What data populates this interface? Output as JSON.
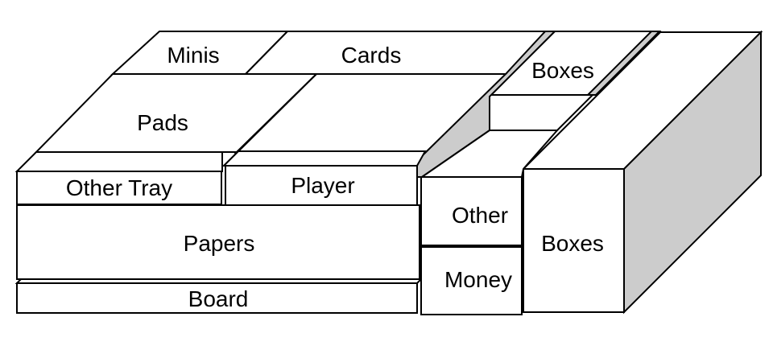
{
  "diagram": {
    "description": "Isometric box-insert organization diagram",
    "colors": {
      "background": "#ffffff",
      "outline": "#000000",
      "top_and_front_faces": "#ffffff",
      "shaded_side_faces": "#cccccc",
      "text": "#000000"
    },
    "compartments": {
      "minis": {
        "label": "Minis"
      },
      "cards": {
        "label": "Cards"
      },
      "pads": {
        "label": "Pads"
      },
      "other_tray": {
        "label": "Other Tray"
      },
      "player": {
        "label": "Player"
      },
      "papers": {
        "label": "Papers"
      },
      "board": {
        "label": "Board"
      },
      "boxes_small": {
        "label": "Boxes"
      },
      "other": {
        "label": "Other"
      },
      "money": {
        "label": "Money"
      },
      "boxes_large": {
        "label": "Boxes"
      }
    }
  }
}
